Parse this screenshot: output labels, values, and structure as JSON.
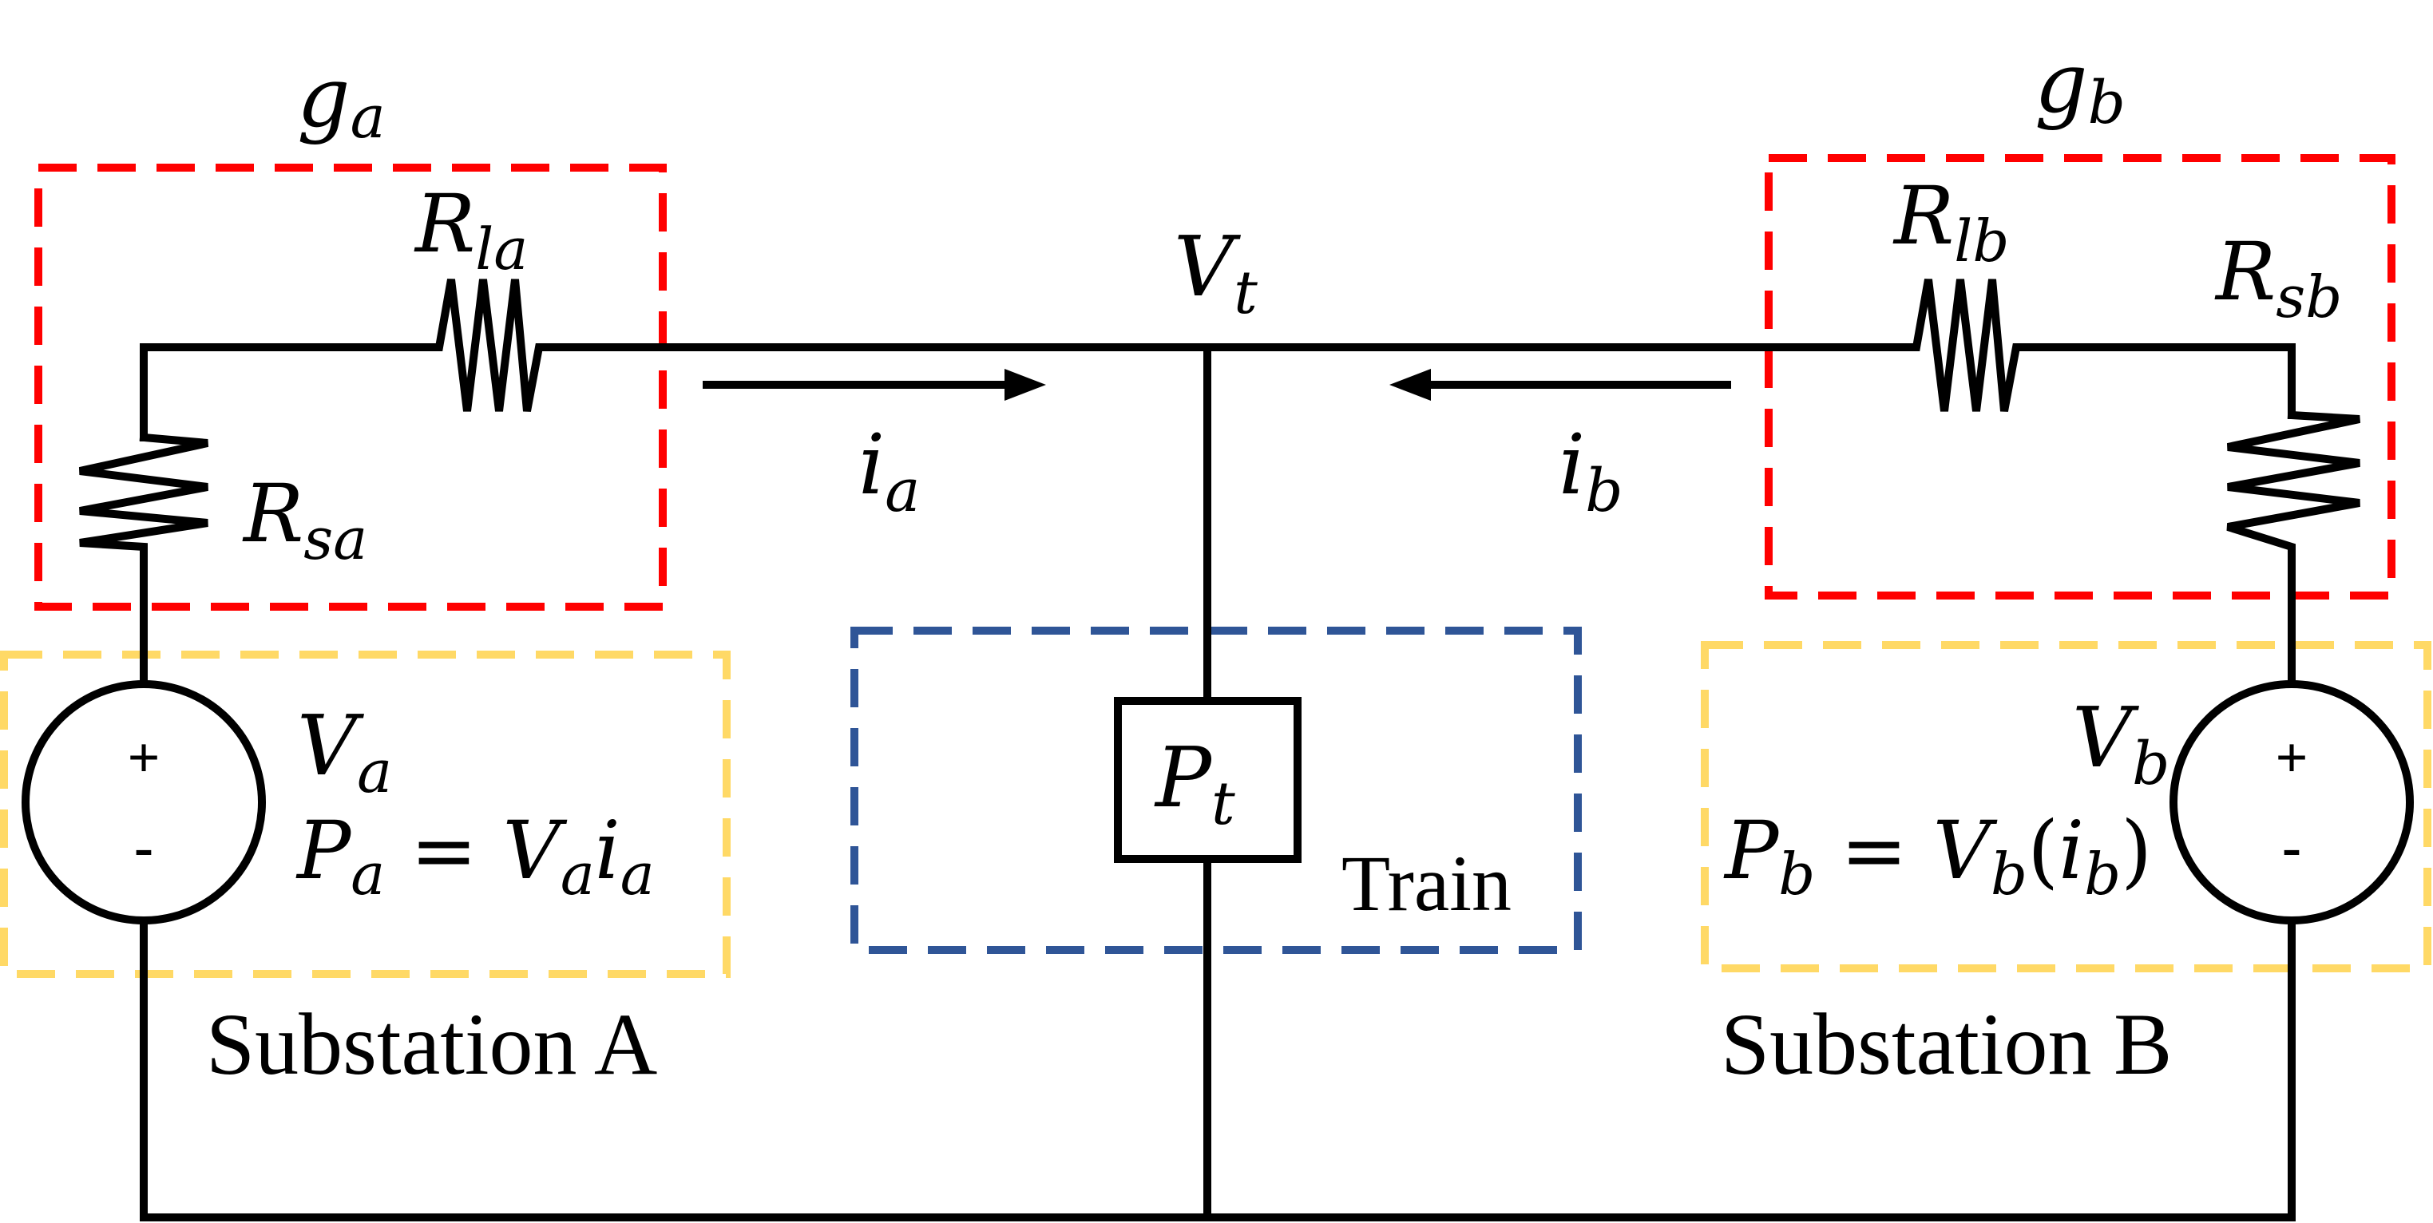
{
  "colors": {
    "wire": "#000000",
    "line_resistance_box": "#ff0000",
    "substation_box": "#ffd966",
    "train_box": "#2f5597"
  },
  "labels": {
    "g_a": {
      "base": "g",
      "sub": "a"
    },
    "g_b": {
      "base": "g",
      "sub": "b"
    },
    "R_la": {
      "base": "R",
      "sub": "la"
    },
    "R_lb": {
      "base": "R",
      "sub": "lb"
    },
    "R_sa": {
      "base": "R",
      "sub": "sa"
    },
    "R_sb": {
      "base": "R",
      "sub": "sb"
    },
    "V_t": {
      "base": "V",
      "sub": "t"
    },
    "i_a": {
      "base": "i",
      "sub": "a"
    },
    "i_b": {
      "base": "i",
      "sub": "b"
    },
    "V_a": {
      "base": "V",
      "sub": "a"
    },
    "V_b": {
      "base": "V",
      "sub": "b"
    },
    "P_t": {
      "base": "P",
      "sub": "t"
    },
    "eq_a": {
      "lhs_base": "P",
      "lhs_sub": "a",
      "eq": " = ",
      "v_base": "V",
      "v_sub": "a",
      "i_base": "i",
      "i_sub": "a"
    },
    "eq_b": {
      "lhs_base": "P",
      "lhs_sub": "b",
      "eq": " = ",
      "v_base": "V",
      "v_sub": "b",
      "open": "(",
      "i_base": "i",
      "i_sub": "b",
      "close": ")"
    },
    "plus": "+",
    "minus": "-",
    "train": "Train",
    "substation_a": "Substation A",
    "substation_b": "Substation B"
  }
}
